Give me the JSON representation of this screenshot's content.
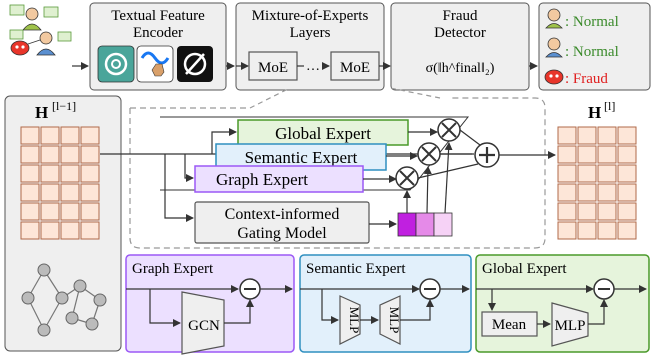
{
  "top": {
    "encoder": {
      "title_line1": "Textual Feature",
      "title_line2": "Encoder"
    },
    "moe_layers": {
      "title_line1": "Mixture-of-Experts",
      "title_line2": "Layers",
      "block1": "MoE",
      "block2": "MoE",
      "ellipsis": "…"
    },
    "detector": {
      "title_line1": "Fraud",
      "title_line2": "Detector",
      "formula": "σ(‖h^final‖₂)"
    },
    "outputs": [
      {
        "label": ": Normal",
        "color": "#3a8a2a"
      },
      {
        "label": ": Normal",
        "color": "#3a8a2a"
      },
      {
        "label": ": Fraud",
        "color": "#e02020"
      }
    ]
  },
  "middle": {
    "h_in": "H",
    "h_in_sup": "[l−1]",
    "h_out": "H",
    "h_out_sup": "[l]",
    "experts": {
      "global": "Global Expert",
      "semantic": "Semantic Expert",
      "graph": "Graph Expert"
    },
    "gating": {
      "line1": "Context-informed",
      "line2": "Gating Model"
    }
  },
  "bottom": {
    "graph_expert": {
      "title": "Graph Expert",
      "block": "GCN"
    },
    "semantic_expert": {
      "title": "Semantic Expert",
      "block1": "MLP",
      "block2": "MLP"
    },
    "global_expert": {
      "title": "Global Expert",
      "block1": "Mean",
      "block2": "MLP"
    }
  },
  "colors": {
    "graph": "#9b59f5",
    "graph_fill": "#ece0ff",
    "semantic": "#2f8fc0",
    "semantic_fill": "#e2f0fb",
    "global": "#4a9a2a",
    "global_fill": "#e6f4dc",
    "matrix_fill": "#fde6d8",
    "matrix_stroke": "#b06a4a",
    "panel_fill": "#efefef"
  }
}
